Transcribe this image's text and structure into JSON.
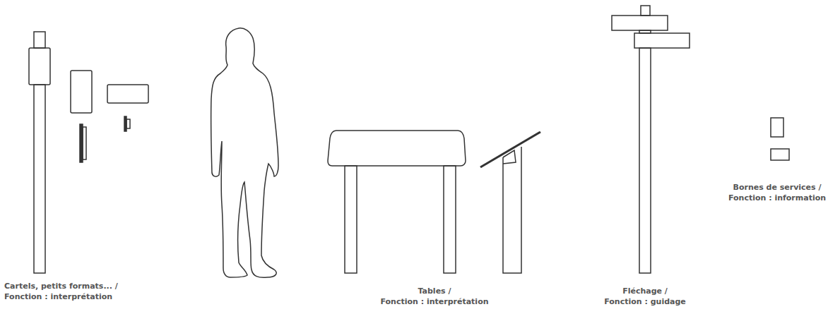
{
  "diagram": {
    "labels": [
      "Cartels, petits formats... /",
      "Fonction : interprétation",
      "Tables /",
      "Fonction : interprétation",
      "Fléchage /",
      "Fonction : guidage",
      "Bornes de services /",
      "Fonction : information"
    ]
  }
}
